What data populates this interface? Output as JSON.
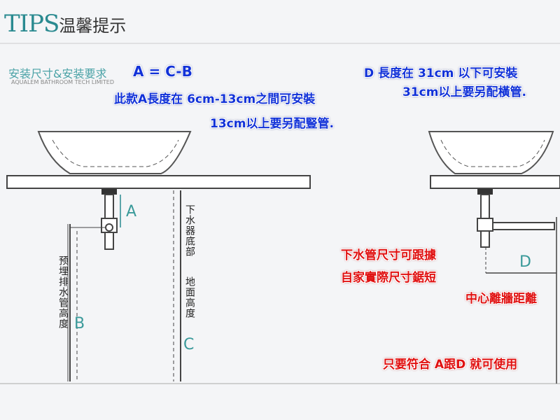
{
  "header": {
    "tips": "TIPS",
    "tips_cn": "温馨提示"
  },
  "subtitle": "安装尺寸&安装要求",
  "company": "AQUALEM BATHROOM TECH LIMITED",
  "formula": "A = C-B",
  "note_a_line1": "此款A長度在 6cm-13cm之間可安裝",
  "note_a_line2": "13cm以上要另配豎管.",
  "note_d_line1": "D 長度在 31cm 以下可安裝",
  "note_d_line2": "31cm以上要另配橫管.",
  "labels": {
    "a": "A",
    "b": "B",
    "c": "C",
    "d": "D"
  },
  "vertical_b": "预埋排水管高度",
  "vertical_c1": "下水器底部",
  "vertical_c2": "地面高度",
  "red_note1": "下水管尺寸可跟據",
  "red_note2": "自家實際尺寸鋸短",
  "red_note3": "中心離牆距離",
  "red_note4": "只要符合 A跟D 就可使用",
  "colors": {
    "blue": "#1232d8",
    "red": "#e01010",
    "teal": "#3a9a9a"
  }
}
